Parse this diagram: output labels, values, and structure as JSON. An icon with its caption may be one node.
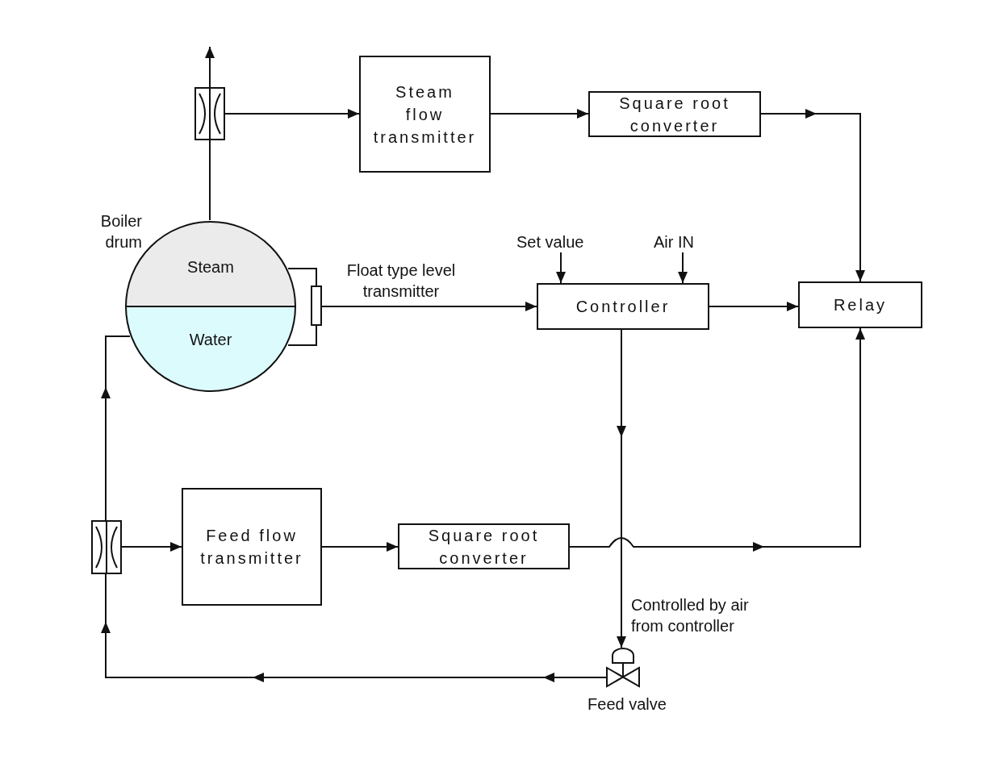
{
  "diagram": {
    "nodes": [
      {
        "text": [
          "Steam",
          "Water"
        ],
        "beside": [
          "Boiler drum"
        ]
      },
      {
        "text": [],
        "shape": "orifice"
      },
      {
        "text": [
          "Steam flow transmitter"
        ]
      },
      {
        "text": [
          "Square root converter"
        ]
      },
      {
        "text": [],
        "shape": "box",
        "beside": [
          "Float type level transmitter"
        ]
      },
      {
        "text": [
          "Controller"
        ]
      },
      {
        "text": [
          "Relay"
        ]
      },
      {
        "text": [],
        "shape": "orifice"
      },
      {
        "text": [
          "Feed flow transmitter"
        ]
      },
      {
        "text": [
          "Square root converter"
        ]
      },
      {
        "text": [],
        "shape": "valve",
        "beside": [
          "Feed valve"
        ]
      },
      {
        "text": [
          "Set value"
        ]
      },
      {
        "text": [
          "Air IN"
        ]
      }
    ],
    "edges": [
      {
        "from": 0,
        "to": 1,
        "arrow": "none"
      },
      {
        "from": 1,
        "to": null,
        "arrow": "to"
      },
      {
        "from": 1,
        "to": 2,
        "arrow": "to"
      },
      {
        "from": 2,
        "to": 3,
        "arrow": "to"
      },
      {
        "from": 3,
        "to": 6,
        "arrow": "to"
      },
      {
        "from": 0,
        "to": 4,
        "arrow": "none"
      },
      {
        "from": 0,
        "to": 4,
        "arrow": "none"
      },
      {
        "from": 4,
        "to": 5,
        "arrow": "to"
      },
      {
        "from": 11,
        "to": 5,
        "arrow": "to"
      },
      {
        "from": 12,
        "to": 5,
        "arrow": "to"
      },
      {
        "from": 5,
        "to": 6,
        "arrow": "to"
      },
      {
        "from": 5,
        "to": 10,
        "arrow": "to"
      },
      {
        "from": 10,
        "to": 7,
        "arrow": "to"
      },
      {
        "from": 7,
        "to": 0,
        "arrow": "to"
      },
      {
        "from": 7,
        "to": 8,
        "arrow": "to"
      },
      {
        "from": 8,
        "to": 9,
        "arrow": "to"
      },
      {
        "from": 9,
        "to": 6,
        "arrow": "to"
      }
    ],
    "labels": [
      "Controlled by air from controller"
    ]
  }
}
